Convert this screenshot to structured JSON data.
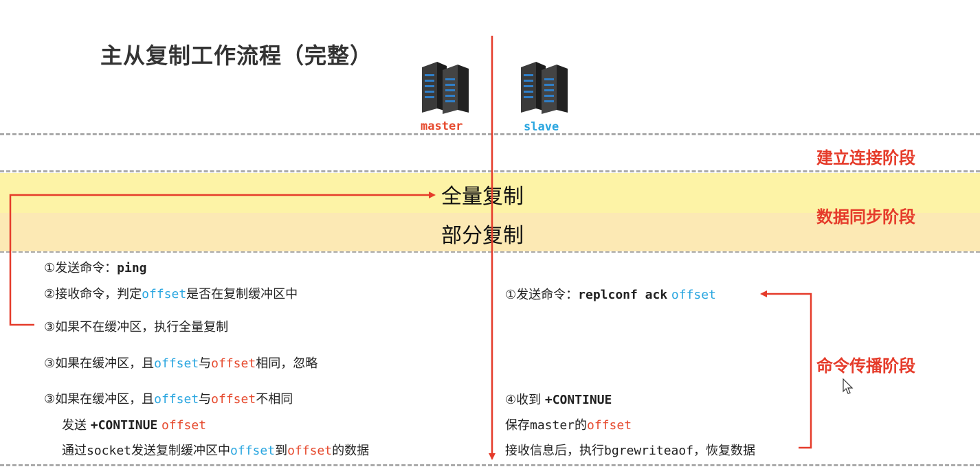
{
  "title": "主从复制工作流程（完整）",
  "servers": {
    "master_label": "master",
    "slave_label": "slave"
  },
  "phases": {
    "connect": "建立连接阶段",
    "sync": "数据同步阶段",
    "propagate": "命令传播阶段"
  },
  "bands": {
    "full": "全量复制",
    "partial": "部分复制"
  },
  "master_steps": {
    "s1_prefix": "①发送命令：",
    "s1_cmd": "ping",
    "s2_prefix": "②接收命令，判定",
    "s2_offset": "offset",
    "s2_suffix": "是否在复制缓冲区中",
    "s3a": "③如果不在缓冲区，执行全量复制",
    "s3b_prefix": "③如果在缓冲区，且",
    "s3b_offset1": "offset",
    "s3b_mid": "与",
    "s3b_offset2": "offset",
    "s3b_suffix": "相同，忽略",
    "s3c_prefix": "③如果在缓冲区，且",
    "s3c_offset1": "offset",
    "s3c_mid": "与",
    "s3c_offset2": "offset",
    "s3c_suffix": "不相同",
    "send_prefix": "发送 ",
    "send_cmd": "+CONTINUE",
    "send_offset": "offset",
    "via_prefix": "通过",
    "via_socket": "socket",
    "via_mid": "发送复制缓冲区中",
    "via_offset1": "offset",
    "via_to": "到",
    "via_offset2": "offset",
    "via_suffix": "的数据"
  },
  "slave_steps": {
    "s1_prefix": "①发送命令：",
    "s1_cmd": "replconf ack",
    "s1_offset": "offset",
    "s4_prefix": "④收到 ",
    "s4_cmd": "+CONTINUE",
    "save_prefix": "保存",
    "save_master": "master",
    "save_mid": "的",
    "save_offset": "offset",
    "recv_prefix": "接收信息后，执行",
    "recv_cmd": "bgrewriteaof",
    "recv_suffix": "，恢复数据"
  },
  "colors": {
    "accent_red": "#e53b2a",
    "offset_blue": "#2aa6e0",
    "band_full": "#fdf3a6",
    "band_partial": "#fce9b4"
  }
}
